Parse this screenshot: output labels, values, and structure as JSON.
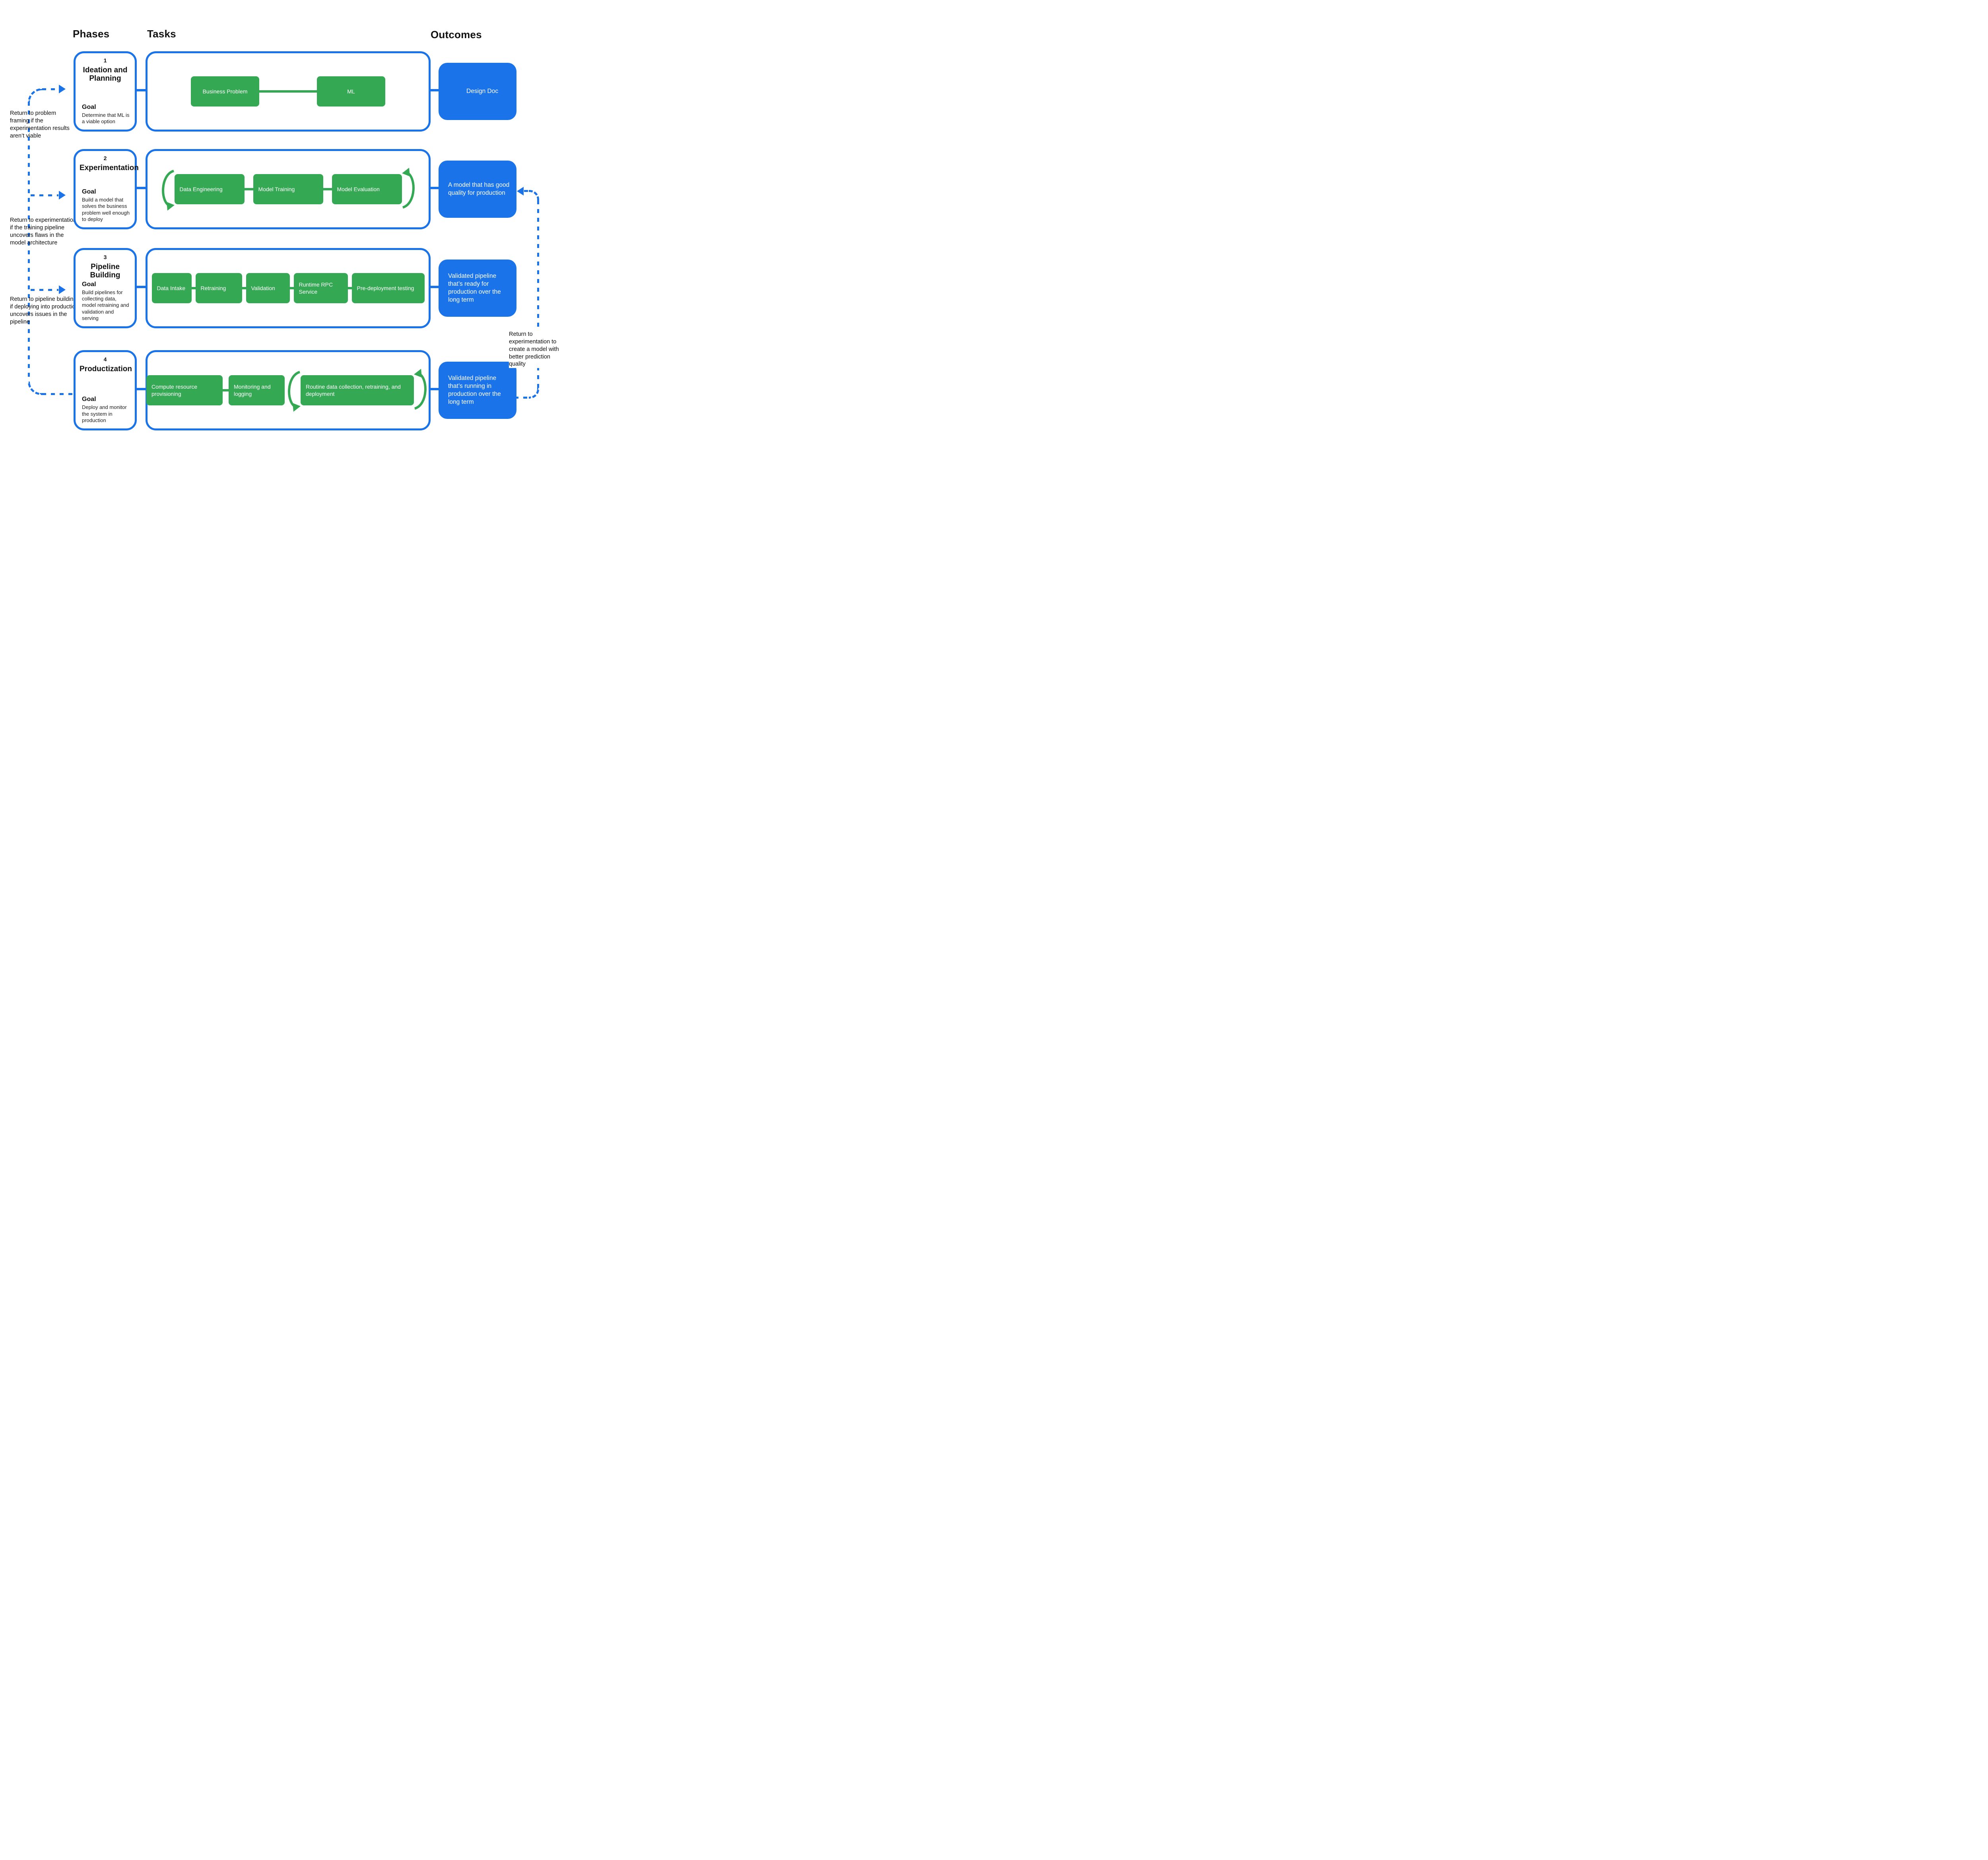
{
  "header": {
    "phases": "Phases",
    "tasks": "Tasks",
    "outcomes": "Outcomes"
  },
  "colors": {
    "blue": "#1A73E8",
    "green": "#34A853"
  },
  "rows": [
    {
      "number": "1",
      "title": "Ideation and Planning",
      "goal_label": "Goal",
      "goal": "Determine that ML is a viable option",
      "tasks": [
        "Business Problem",
        "ML"
      ],
      "outcome": "Design Doc"
    },
    {
      "number": "2",
      "title": "Experimentation",
      "goal_label": "Goal",
      "goal": "Build a model that solves the business problem well enough to deploy",
      "tasks": [
        "Data Engineering",
        "Model Training",
        "Model Evaluation"
      ],
      "outcome": "A model that has good quality for production"
    },
    {
      "number": "3",
      "title": "Pipeline Building",
      "goal_label": "Goal",
      "goal": "Build pipelines for collecting data, model retraining and validation and serving",
      "tasks": [
        "Data Intake",
        "Retraining",
        "Validation",
        "Runtime RPC Service",
        "Pre-deployment testing"
      ],
      "outcome": "Validated pipeline that’s ready for production over the long term"
    },
    {
      "number": "4",
      "title": "Productization",
      "goal_label": "Goal",
      "goal": "Deploy and monitor the system in production",
      "tasks": [
        "Compute resource provisioning",
        "Monitoring and logging",
        "Routine data collection, retraining, and deployment"
      ],
      "outcome": "Validated pipeline that’s running in production over the long term"
    }
  ],
  "annotations": {
    "left": [
      "Return to problem framing if the experimentation results aren’t viable",
      "Return to experimentation if the training pipeline uncovers flaws in the model architecture",
      "Return to pipeline building if deploying into production uncovers issues in the pipeline"
    ],
    "right": "Return to experimentation to create a model with better prediction quality"
  }
}
